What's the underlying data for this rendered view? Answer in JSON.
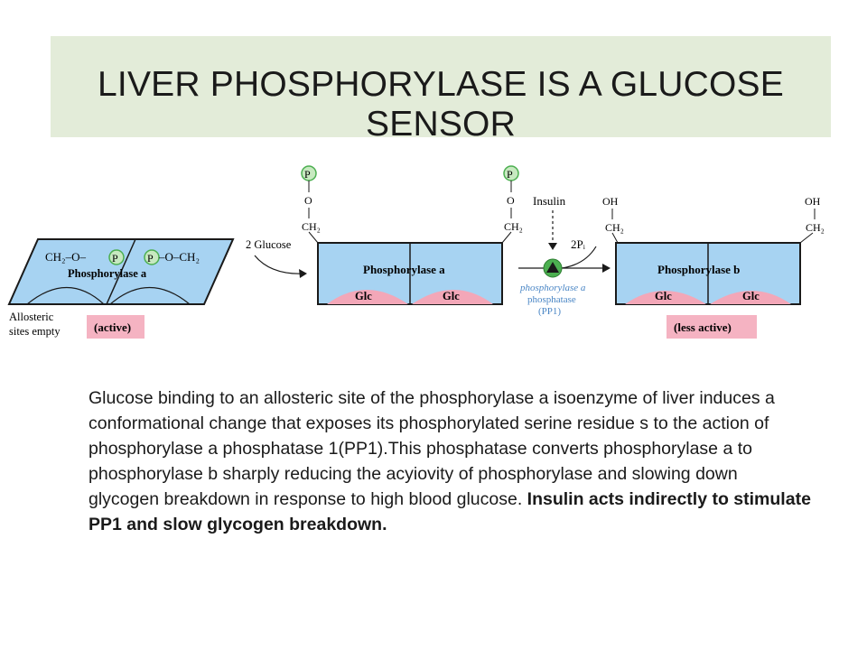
{
  "title": "LIVER PHOSPHORYLASE IS A GLUCOSE SENSOR",
  "diagram": {
    "left_enzyme": {
      "ch2_left": "CH₂–O–",
      "p_left": "P",
      "p_right": "P",
      "ch2_right": "–O–CH₂",
      "name": "Phosphorylase a",
      "state_label": "(active)",
      "allosteric_note_line1": "Allosteric",
      "allosteric_note_line2": "sites empty"
    },
    "arrow1_label": "2 Glucose",
    "middle_enzyme": {
      "p_left": "P",
      "o_left": "O",
      "ch2_left": "CH₂",
      "p_right": "P",
      "o_right": "O",
      "ch2_right": "CH₂",
      "name": "Phosphorylase a",
      "site_left": "Glc",
      "site_right": "Glc"
    },
    "insulin_label": "Insulin",
    "pi_label": "2Pᵢ",
    "phosphatase_line1": "phosphorylase a",
    "phosphatase_line2": "phosphatase",
    "phosphatase_line3": "(PP1)",
    "right_enzyme": {
      "oh_left": "OH",
      "ch2_left": "CH₂",
      "oh_right": "OH",
      "ch2_right": "CH₂",
      "name": "Phosphorylase b",
      "site_left": "Glc",
      "site_right": "Glc",
      "state_label": "(less active)"
    }
  },
  "body": {
    "normal": "Glucose binding to an allosteric site of the phosphorylase a isoenzyme of liver induces a conformational change that exposes its phosphorylated serine residue s to the action of phosphorylase a phosphatase 1(PP1).This phosphatase converts phosphorylase a to phosphorylase b sharply reducing the acyiovity of phosphorylase and slowing down glycogen breakdown in response to high blood glucose. ",
    "bold": "Insulin acts indirectly to stimulate PP1 and slow glycogen breakdown."
  },
  "colors": {
    "title_bg": "#e3ecd9",
    "enzyme_fill": "#a7d3f2",
    "site_fill": "#f3a7b8",
    "label_bg": "#f5b3c2",
    "phospho_green": "#4caf50",
    "pp1_text": "#4a86c5"
  }
}
